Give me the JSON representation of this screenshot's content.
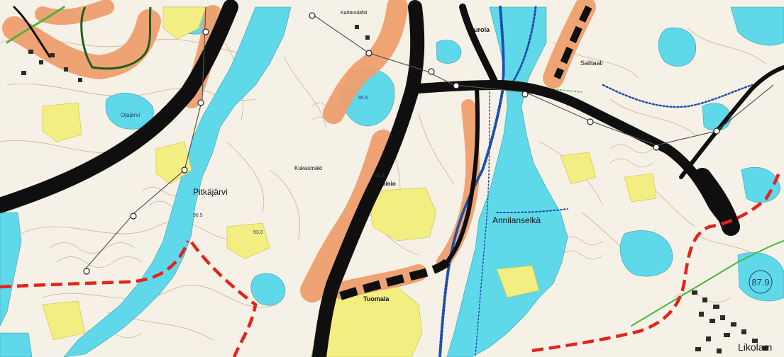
{
  "map": {
    "labels": {
      "pitkajarvi": "Pitkäjärvi",
      "annilanselka": "Annilanselkä",
      "purola": "Purola",
      "mokinmaki": "Kukasmäki",
      "tuomala": "Tuomala",
      "salitaal": "Salitaali",
      "moinio": "Moinio",
      "likolampi": "Likolam",
      "kartanonlahti": "Kartanolahti",
      "ojajarvi": "Ojajärvi",
      "elev_879": "87.9",
      "elev_955": "95.5",
      "elev_953": "95.3",
      "elev_965": "96.5",
      "elev_930": "93.0"
    },
    "colors": {
      "water": "#5fd9ea",
      "land": "#f6f1e6",
      "contour": "#b58b63",
      "urban": "#f3ee82",
      "buffer": "#ef9f6e",
      "road": "#0f0f0f",
      "boundary": "#e3231c",
      "route_blue": "#1d4fa8",
      "route_green": "#4bb53a"
    }
  }
}
